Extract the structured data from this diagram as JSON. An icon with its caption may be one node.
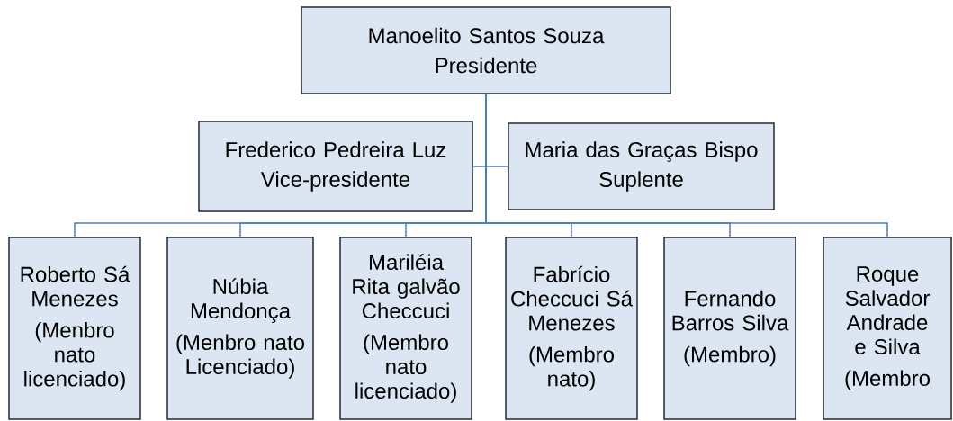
{
  "diagram": {
    "nodes": [
      {
        "text": [
          "Manoelito Santos Souza",
          "Presidente"
        ]
      },
      {
        "text": [
          "Frederico Pedreira Luz",
          "Vice-presidente"
        ]
      },
      {
        "text": [
          "Maria das Graças Bispo",
          "Suplente"
        ]
      },
      {
        "text": [
          "Roberto Sá Menezes",
          "(Menbro nato licenciado)"
        ]
      },
      {
        "text": [
          "Núbia Mendonça",
          "(Menbro nato Licenciado)"
        ]
      },
      {
        "text": [
          "Mariléia Rita galvão Checcuci",
          "(Membro nato licenciado)"
        ]
      },
      {
        "text": [
          "Fabrício Checcuci Sá Menezes",
          "(Membro nato)"
        ]
      },
      {
        "text": [
          "Fernando Barros Silva",
          "(Membro)"
        ]
      },
      {
        "text": [
          "Roque Salvador Andrade e Silva",
          "(Membro"
        ]
      }
    ],
    "edges": [
      {
        "from": 0,
        "to": 1,
        "arrow": "none"
      },
      {
        "from": 0,
        "to": 2,
        "arrow": "none"
      },
      {
        "from": 0,
        "to": 3,
        "arrow": "none"
      },
      {
        "from": 0,
        "to": 4,
        "arrow": "none"
      },
      {
        "from": 0,
        "to": 5,
        "arrow": "none"
      },
      {
        "from": 0,
        "to": 6,
        "arrow": "none"
      },
      {
        "from": 0,
        "to": 7,
        "arrow": "none"
      },
      {
        "from": 0,
        "to": 8,
        "arrow": "none"
      }
    ]
  }
}
